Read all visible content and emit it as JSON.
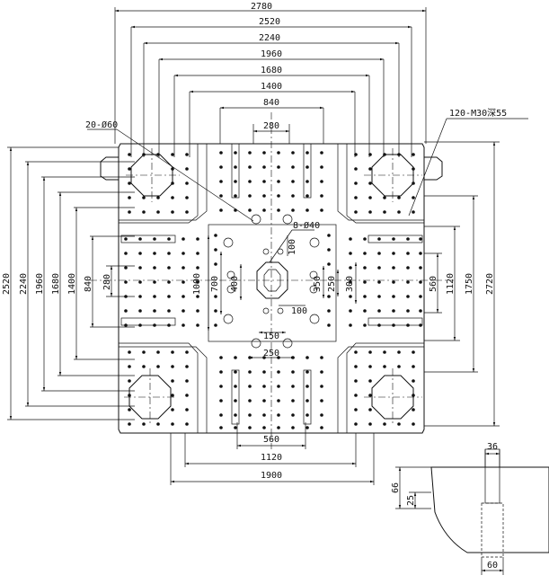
{
  "callouts": {
    "holes_large": "20-Ø60",
    "tapped": "120-M30深55",
    "holes_small": "8-Ø40"
  },
  "dims_top": [
    "2780",
    "2520",
    "2240",
    "1960",
    "1680",
    "1400",
    "840",
    "280"
  ],
  "dims_left": [
    "2520",
    "2240",
    "1960",
    "1680",
    "1400",
    "840",
    "280"
  ],
  "dims_right": [
    "2720",
    "1750",
    "1120",
    "560"
  ],
  "dims_center": {
    "v1000": "1000",
    "v700": "700",
    "v400": "400",
    "v350": "350",
    "v250": "250",
    "v300": "300",
    "h100_top": "100",
    "h100_bottom": "100",
    "h150": "150",
    "h250": "250"
  },
  "dims_bottom": [
    "560",
    "1120",
    "1900"
  ],
  "detail": {
    "top_width": "36",
    "bottom_width": "60",
    "depth_total": "66",
    "depth_thread": "25"
  }
}
